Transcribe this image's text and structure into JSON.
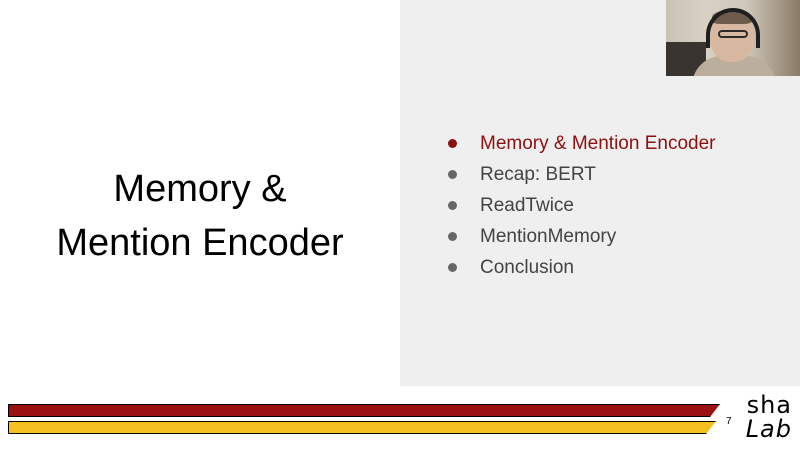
{
  "slide": {
    "title_line1": "Memory &",
    "title_line2": "Mention Encoder",
    "agenda": [
      {
        "label": "Memory & Mention Encoder",
        "active": true
      },
      {
        "label": "Recap: BERT",
        "active": false
      },
      {
        "label": "ReadTwice",
        "active": false
      },
      {
        "label": "MentionMemory",
        "active": false
      },
      {
        "label": "Conclusion",
        "active": false
      }
    ],
    "page_number": "7",
    "logo_line1": "sha",
    "logo_line2": "Lab"
  },
  "colors": {
    "accent_red": "#9b1111",
    "active_item": "#8b1010",
    "accent_yellow": "#f4c020",
    "panel_bg": "#efefef"
  }
}
